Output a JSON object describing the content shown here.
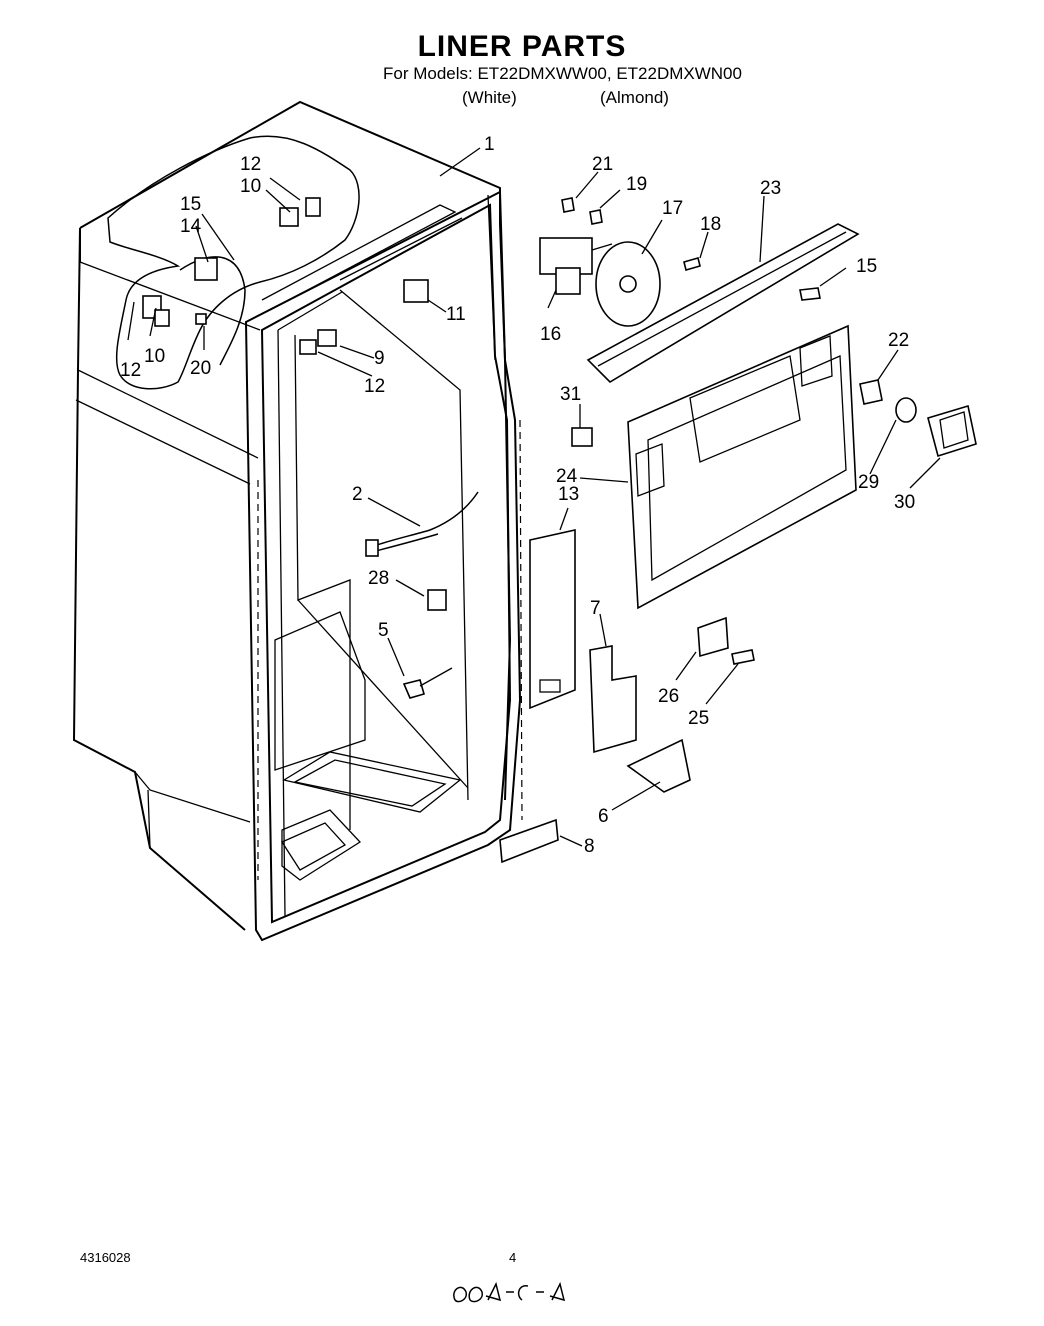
{
  "header": {
    "title": "LINER PARTS",
    "models_line": "For Models: ET22DMXWW00, ET22DMXWN00",
    "variant_white": "(White)",
    "variant_almond": "(Almond)"
  },
  "callouts": [
    "1",
    "2",
    "5",
    "6",
    "7",
    "8",
    "9",
    "10",
    "10",
    "11",
    "12",
    "12",
    "12",
    "13",
    "14",
    "15",
    "15",
    "16",
    "17",
    "18",
    "19",
    "20",
    "21",
    "22",
    "23",
    "24",
    "25",
    "26",
    "28",
    "29",
    "30",
    "31"
  ],
  "footer": {
    "doc_number": "4316028",
    "page_number": "4",
    "handwritten_note": "664-C-4"
  }
}
